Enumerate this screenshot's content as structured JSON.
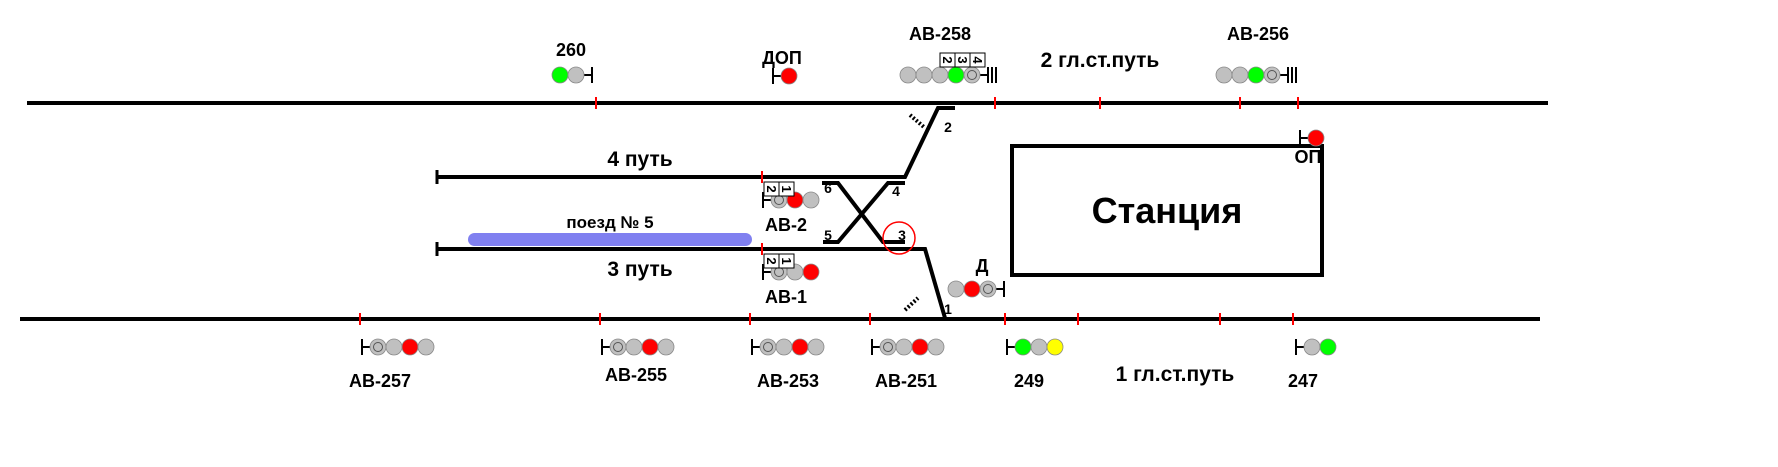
{
  "colors": {
    "track": "#000000",
    "joint": "#ff0000",
    "lamp_off": "#c0c0c0",
    "red": "#ff0000",
    "green": "#00ff00",
    "yellow": "#ffff00",
    "train": "#8080f0",
    "highlight": "#ff0000"
  },
  "tracks": {
    "main2": "2 гл.ст.путь",
    "main1": "1 гл.ст.путь",
    "track4": "4 путь",
    "track3": "3 путь"
  },
  "station": "Станция",
  "train": "поезд № 5",
  "switches": [
    "1",
    "2",
    "3",
    "4",
    "5",
    "6"
  ],
  "signals": [
    {
      "id": "s260",
      "label": "260",
      "lamps": [
        "green",
        "off"
      ]
    },
    {
      "id": "dop",
      "label": "ДОП",
      "lamps": [
        "red"
      ]
    },
    {
      "id": "av258",
      "label": "АВ-258",
      "lamps": [
        "off",
        "off",
        "off",
        "green",
        "ring"
      ],
      "route": [
        "2",
        "3",
        "4"
      ]
    },
    {
      "id": "av256",
      "label": "АВ-256",
      "lamps": [
        "off",
        "off",
        "green",
        "ring"
      ]
    },
    {
      "id": "op",
      "label": "ОП",
      "lamps": [
        "red"
      ]
    },
    {
      "id": "av2",
      "label": "АВ-2",
      "lamps": [
        "ring",
        "red",
        "off"
      ],
      "route": [
        "2",
        "1"
      ]
    },
    {
      "id": "av1",
      "label": "АВ-1",
      "lamps": [
        "ring",
        "off",
        "red"
      ],
      "route": [
        "2",
        "1"
      ]
    },
    {
      "id": "d",
      "label": "Д",
      "lamps": [
        "off",
        "red",
        "ring"
      ]
    },
    {
      "id": "av257",
      "label": "АВ-257",
      "lamps": [
        "ring",
        "off",
        "red",
        "off"
      ]
    },
    {
      "id": "av255",
      "label": "АВ-255",
      "lamps": [
        "ring",
        "off",
        "red",
        "off"
      ]
    },
    {
      "id": "av253",
      "label": "АВ-253",
      "lamps": [
        "ring",
        "off",
        "red",
        "off"
      ]
    },
    {
      "id": "av251",
      "label": "АВ-251",
      "lamps": [
        "ring",
        "off",
        "red",
        "off"
      ]
    },
    {
      "id": "s249",
      "label": "249",
      "lamps": [
        "green",
        "off",
        "yellow"
      ]
    },
    {
      "id": "s247",
      "label": "247",
      "lamps": [
        "off",
        "green"
      ]
    }
  ]
}
